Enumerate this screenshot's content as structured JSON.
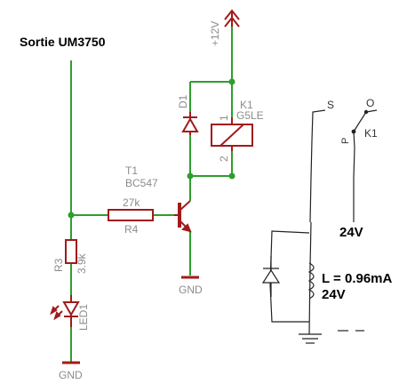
{
  "title": "Sortie UM3750",
  "supply_label": "+12V",
  "relay": {
    "ref": "K1",
    "value": "G5LE",
    "pin1": "1",
    "pin2": "2"
  },
  "diode": {
    "ref": "D1"
  },
  "transistor": {
    "ref": "T1",
    "value": "BC547"
  },
  "base_resistor": {
    "ref": "R4",
    "value": "27k"
  },
  "led_resistor": {
    "ref": "R3",
    "value": "3.9k"
  },
  "led": {
    "ref": "LED1"
  },
  "gnd_label_transistor": "GND",
  "gnd_label_led": "GND",
  "sketch": {
    "switch_s": "S",
    "switch_o": "O",
    "switch_p": "P",
    "switch_ref": "K1",
    "supply": "24V",
    "inductance": "L = 0.96mA",
    "inductance_voltage": "24V"
  },
  "colors": {
    "wire": "#2e9e2e",
    "component": "#a01b1b",
    "junction": "#2e9e2e",
    "label": "#8c8c8c",
    "sketch": "#000000"
  }
}
